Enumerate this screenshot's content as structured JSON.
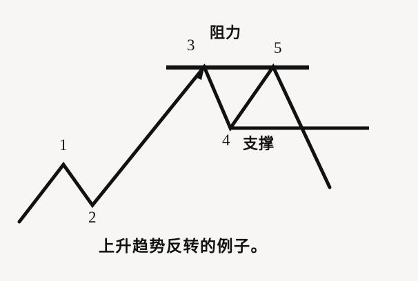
{
  "diagram": {
    "title_caption": "上升趋势反转的例子。",
    "background_color": "#f7f6f4",
    "stroke_color": "#111111",
    "labels": {
      "point_1": "1",
      "point_2": "2",
      "point_3": "3",
      "point_4": "4",
      "point_5": "5",
      "resistance": "阻力",
      "support": "支撑"
    }
  },
  "chart_data": {
    "type": "line",
    "title": "上升趋势反转的例子。",
    "xlabel": "",
    "ylabel": "",
    "xlim": [
      0,
      606
    ],
    "ylim": [
      408,
      0
    ],
    "grid": false,
    "legend_position": "none",
    "series": [
      {
        "name": "price-path",
        "points": [
          {
            "x": 28,
            "y": 322,
            "label": ""
          },
          {
            "x": 92,
            "y": 239,
            "label": "1"
          },
          {
            "x": 134,
            "y": 298,
            "label": "2"
          },
          {
            "x": 296,
            "y": 97,
            "label": "3"
          },
          {
            "x": 334,
            "y": 186,
            "label": "4"
          },
          {
            "x": 396,
            "y": 97,
            "label": "5"
          },
          {
            "x": 478,
            "y": 272,
            "label": ""
          }
        ]
      }
    ],
    "annotations": [
      {
        "name": "resistance-line",
        "type": "hline",
        "text": "阻力",
        "x1": 241,
        "x2": 448,
        "y": 98
      },
      {
        "name": "support-line",
        "type": "hline",
        "text": "支撑",
        "x1": 333,
        "x2": 535,
        "y": 186
      },
      {
        "name": "point-label-1",
        "type": "text",
        "text": "1",
        "x": 92,
        "y": 218
      },
      {
        "name": "point-label-2",
        "type": "text",
        "text": "2",
        "x": 134,
        "y": 323
      },
      {
        "name": "point-label-3",
        "type": "text",
        "text": "3",
        "x": 277,
        "y": 73
      },
      {
        "name": "point-label-4",
        "type": "text",
        "text": "4",
        "x": 328,
        "y": 211
      },
      {
        "name": "point-label-5",
        "type": "text",
        "text": "5",
        "x": 403,
        "y": 77
      },
      {
        "name": "caption",
        "type": "text",
        "text": "上升趋势反转的例子。",
        "x": 268,
        "y": 362
      }
    ]
  }
}
